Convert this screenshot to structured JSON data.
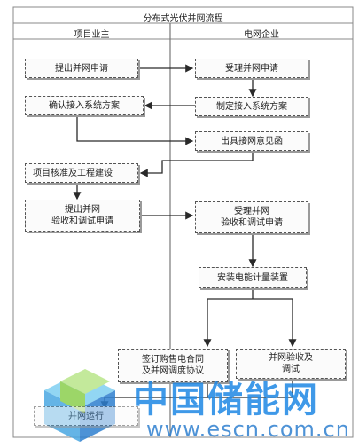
{
  "title": "分布式光伏并网流程",
  "columns": {
    "left": "项目业主",
    "right": "电网企业"
  },
  "steps": {
    "apply": "提出并网申请",
    "accept": "受理并网申请",
    "make_plan": "制定接入系统方案",
    "confirm_plan": "确认接入系统方案",
    "issue_opinion": "出具接网意见函",
    "approve_build": "项目核准及工程建设",
    "submit_accept": "提出并网\n验收和调试申请",
    "accept_accept": "受理并网\n验收和调试申请",
    "install_meter": "安装电能计量装置",
    "sign_contract": "签订购售电合同\n及并网调度协议",
    "grid_accept": "并网验收及\n调试",
    "grid_connect": "并网运行"
  },
  "watermark": {
    "name": "中国储能网",
    "url": "www.escn.com.cn"
  },
  "colors": {
    "line": "#2a2a2a",
    "box_border": "#555555",
    "watermark": "#1e88e5"
  }
}
